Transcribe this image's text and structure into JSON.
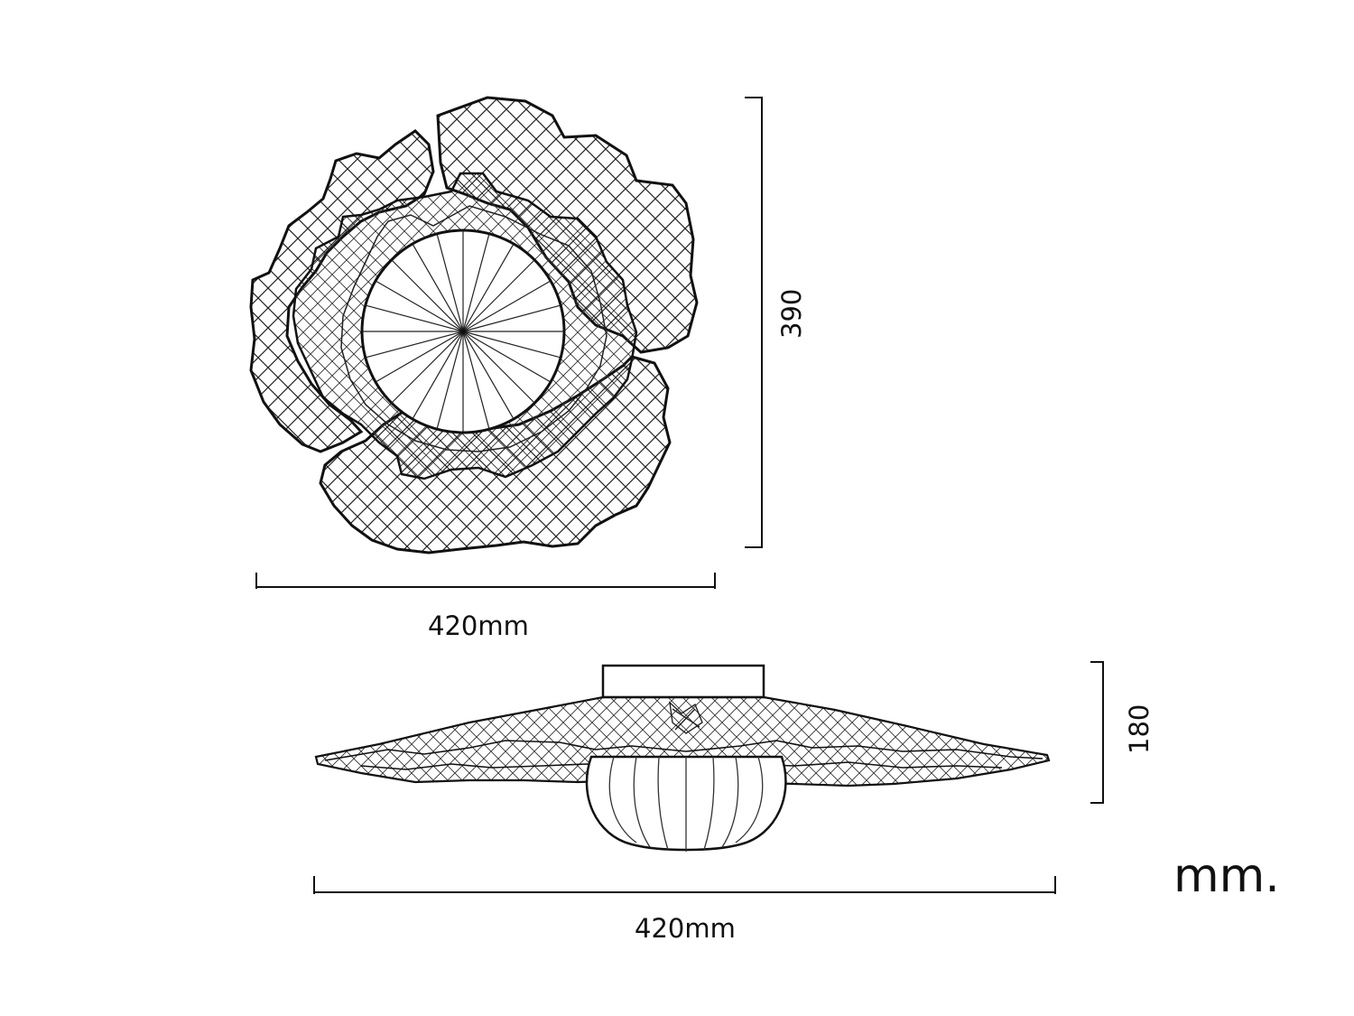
{
  "top_view": {
    "width_label": "420mm",
    "height_label": "390"
  },
  "side_view": {
    "width_label": "420mm",
    "height_label": "180"
  },
  "unit_label": "mm."
}
